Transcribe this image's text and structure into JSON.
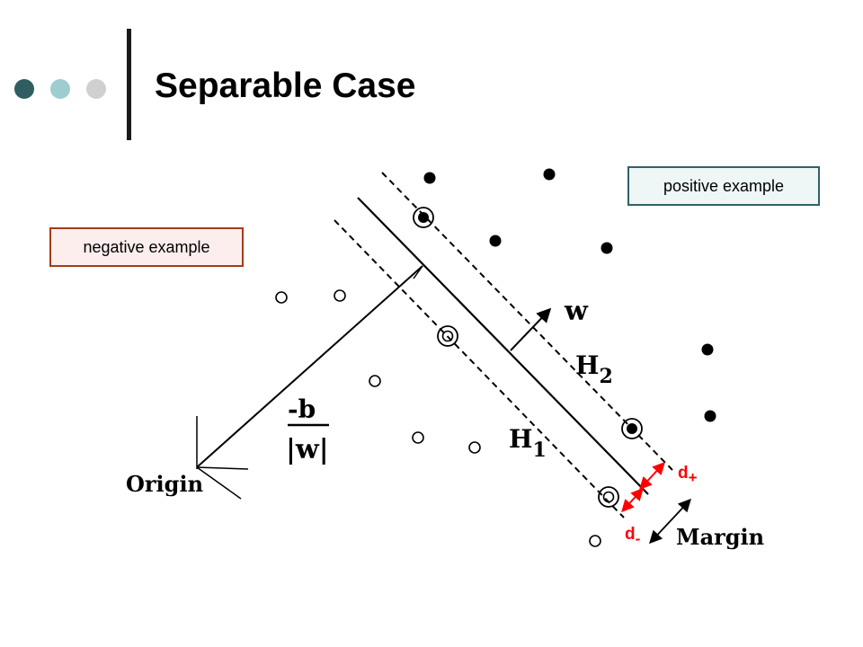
{
  "slide": {
    "title": "Separable Case",
    "bullet_colors": [
      "#2f5d62",
      "#9ecdd0",
      "#d0d0d0"
    ],
    "rule_color": "#1a1a1a"
  },
  "labels": {
    "positive": "positive example",
    "negative": "negative example",
    "positive_border": "#2f6269",
    "negative_border": "#a33b1a"
  },
  "diagram": {
    "origin": "Origin",
    "w": "w",
    "h1": "H",
    "h1_sub": "1",
    "h2": "H",
    "h2_sub": "2",
    "neg_b": "-b",
    "norm_w": "|w|",
    "d_plus": "d",
    "d_plus_sub": "+",
    "d_minus": "d",
    "d_minus_sub": "-",
    "margin": "Margin",
    "arrow_color": "#ff0000"
  }
}
